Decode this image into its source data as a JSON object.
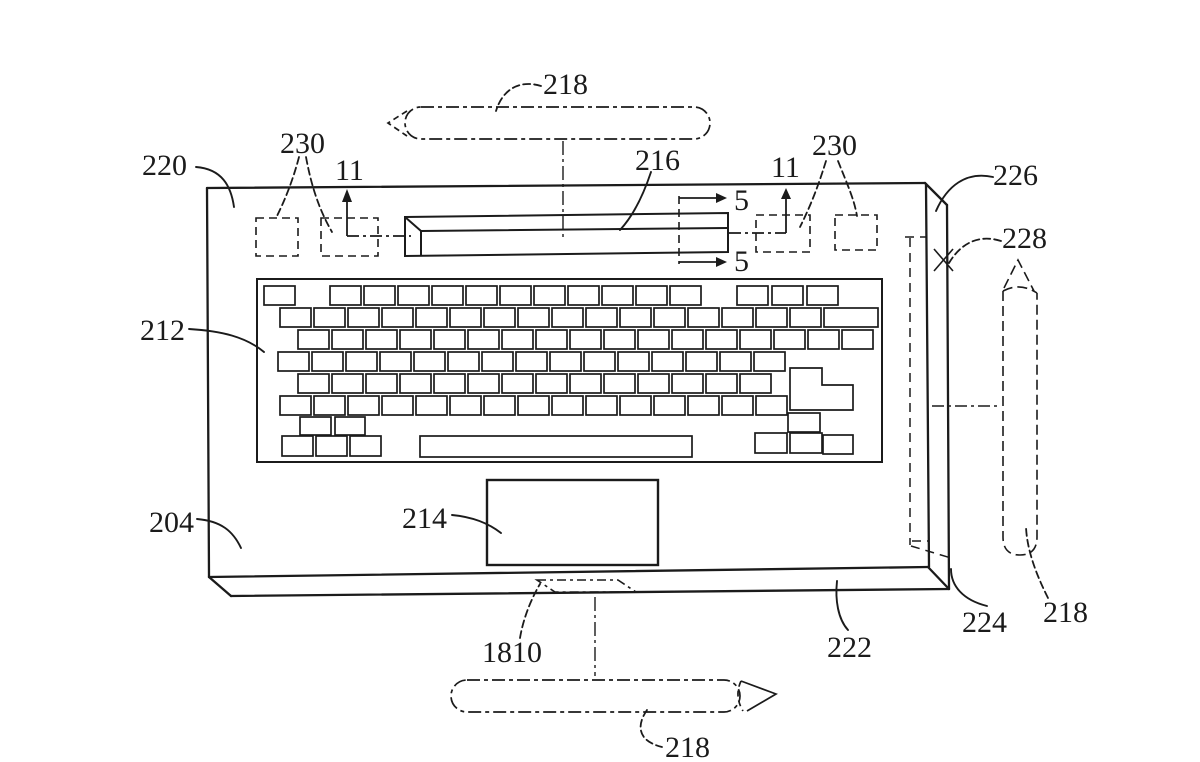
{
  "figure": {
    "background": "#ffffff",
    "line_color": "#1b1b1b",
    "labels": {
      "top_case": "220",
      "dock_left": "230",
      "section11_left": "11",
      "stylus_top": "218",
      "slot": "216",
      "section5_top": "5",
      "section5_bottom": "5",
      "section11_right": "11",
      "dock_right": "230",
      "corner_right": "226",
      "pencil_garage": "228",
      "keyboard": "212",
      "base": "204",
      "trackpad": "214",
      "front_slot": "1810",
      "front_edge": "222",
      "corner_bottom_right": "224",
      "stylus_right": "218",
      "stylus_bottom": "218"
    }
  }
}
